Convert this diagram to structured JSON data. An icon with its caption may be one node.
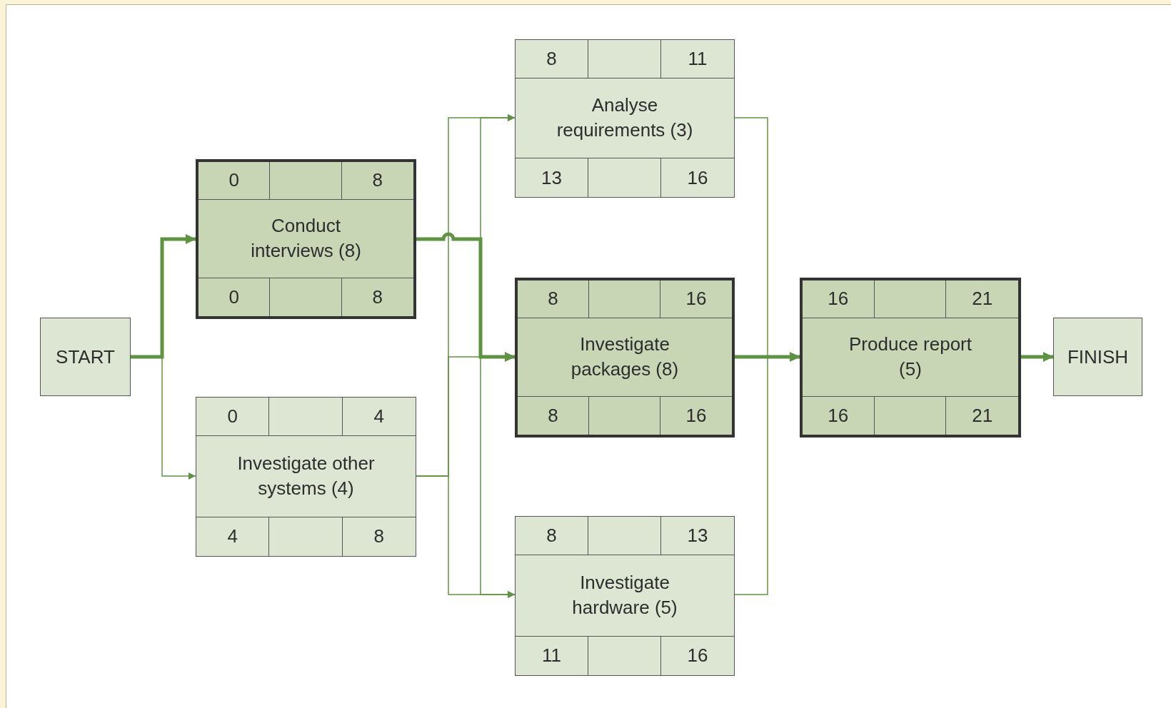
{
  "diagram": {
    "nodes": [
      {
        "text": [
          "START"
        ]
      },
      {
        "text": [
          "0",
          "8",
          "Conduct interviews (8)",
          "0",
          "8"
        ]
      },
      {
        "text": [
          "0",
          "4",
          "Investigate other systems (4)",
          "4",
          "8"
        ]
      },
      {
        "text": [
          "8",
          "11",
          "Analyse requirements (3)",
          "13",
          "16"
        ]
      },
      {
        "text": [
          "8",
          "16",
          "Investigate packages (8)",
          "8",
          "16"
        ]
      },
      {
        "text": [
          "8",
          "13",
          "Investigate hardware (5)",
          "11",
          "16"
        ]
      },
      {
        "text": [
          "16",
          "21",
          "Produce report (5)",
          "16",
          "21"
        ]
      },
      {
        "text": [
          "FINISH"
        ]
      }
    ],
    "edges": [
      {
        "from": 0,
        "to": 1,
        "arrow": "to",
        "style": "thick"
      },
      {
        "from": 0,
        "to": 2,
        "arrow": "to"
      },
      {
        "from": 1,
        "to": 3,
        "arrow": "to"
      },
      {
        "from": 1,
        "to": 4,
        "arrow": "to",
        "style": "thick"
      },
      {
        "from": 1,
        "to": 5,
        "arrow": "to"
      },
      {
        "from": 2,
        "to": 3,
        "arrow": "to"
      },
      {
        "from": 2,
        "to": 4,
        "arrow": "to"
      },
      {
        "from": 2,
        "to": 5,
        "arrow": "to"
      },
      {
        "from": 3,
        "to": 6,
        "arrow": "to"
      },
      {
        "from": 4,
        "to": 6,
        "arrow": "to",
        "style": "thick"
      },
      {
        "from": 5,
        "to": 6,
        "arrow": "to"
      },
      {
        "from": 6,
        "to": 7,
        "arrow": "to",
        "style": "thick"
      }
    ]
  }
}
